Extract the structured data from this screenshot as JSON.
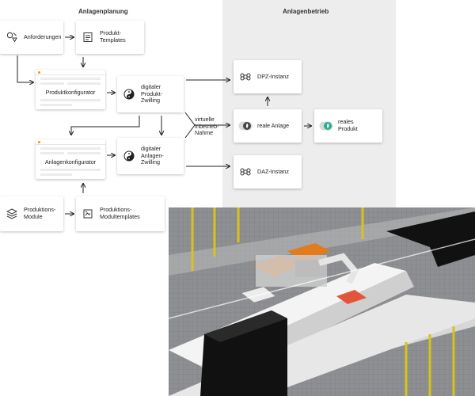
{
  "headers": {
    "planning": "Anlagenplanung",
    "operation": "Anlagenbetrieb"
  },
  "nodes": {
    "anforderungen": "Anforderungen",
    "produkt_templates": "Produkt-\nTemplates",
    "produktkonfigurator": "Produktkonfigurator",
    "digitaler_produkt_zwilling": "digitaler\nProdukt-\nZwilling",
    "anlagenkonfigurator": "Anlagenkonfigurator",
    "digitaler_anlagen_zwilling": "digitaler\nAnlagen-\nZwilling",
    "produktions_module": "Produktions-\nModule",
    "produktions_modultemplates": "Produktions-\nModultemplates",
    "dpz_instanz": "DPZ-Instanz",
    "reale_anlage": "reale Anlage",
    "reales_produkt": "reales\nProdukt",
    "daz_instanz": "DAZ-Instanz"
  },
  "edge_label": "virtuelle\nInbetrieb-\nNahme",
  "icons": {
    "anforderungen": "requirements-icon",
    "produkt_templates": "document-template-icon",
    "digitaler_produkt_zwilling": "yin-yang-icon",
    "digitaler_anlagen_zwilling": "yin-yang-icon",
    "produktions_module": "layers-icon",
    "produktions_modultemplates": "template-icon",
    "dpz_instanz": "command-icon",
    "daz_instanz": "command-icon",
    "reale_anlage": "flame-toggle-icon",
    "reales_produkt": "flame-toggle-icon"
  },
  "colors": {
    "accent": "#f29111",
    "operation_bg": "#ededed",
    "teal": "#27b08d"
  },
  "scene": {
    "description_image": "3d-production-line-render"
  }
}
